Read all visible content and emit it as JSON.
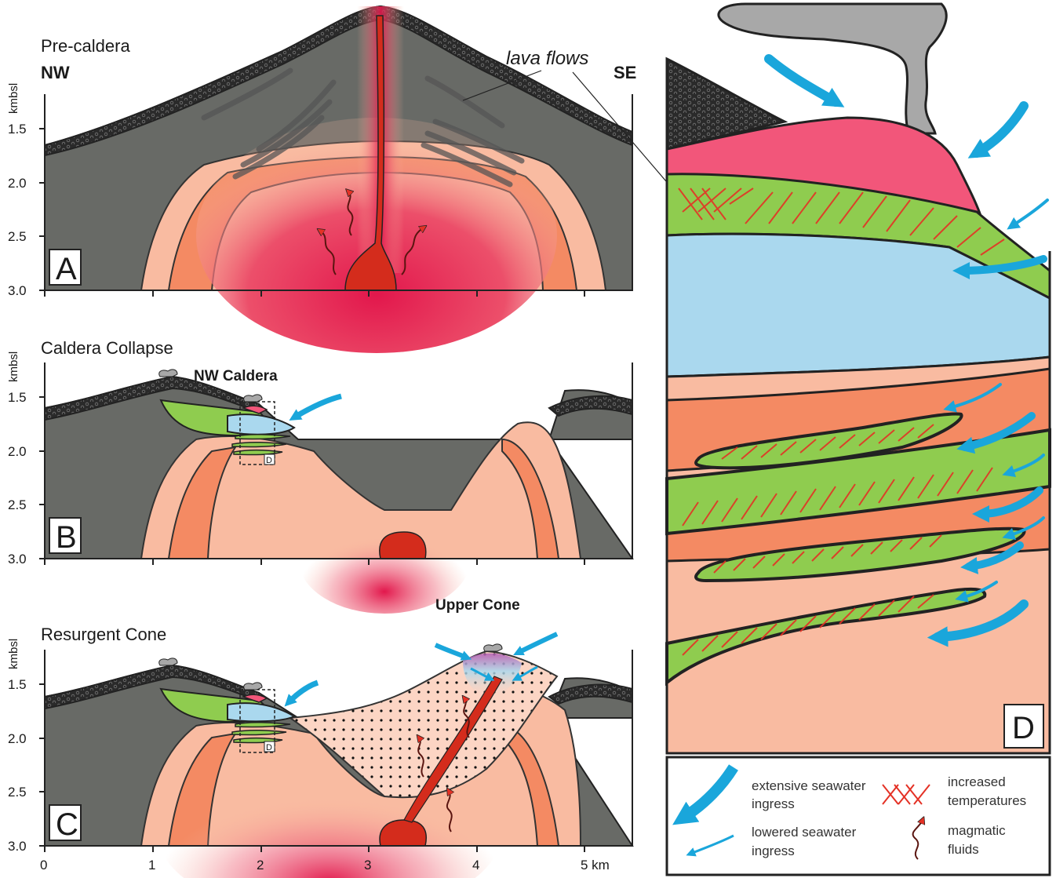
{
  "panels": {
    "a": {
      "title": "Pre-caldera",
      "letter": "A",
      "nw": "NW",
      "se": "SE",
      "lava": "lava flows"
    },
    "b": {
      "title": "Caldera Collapse",
      "letter": "B",
      "caldera": "NW Caldera",
      "box": "D"
    },
    "c": {
      "title": "Resurgent Cone",
      "letter": "C",
      "cone": "Upper Cone",
      "box": "D"
    },
    "d": {
      "letter": "D"
    }
  },
  "axes": {
    "ylabel": "kmbsl",
    "yticks": [
      "1.5",
      "2.0",
      "2.5",
      "3.0"
    ],
    "xticks": [
      "0",
      "1",
      "2",
      "3",
      "4",
      "5 km"
    ]
  },
  "legend": {
    "extensive": [
      "extensive seawater",
      "ingress"
    ],
    "lowered": [
      "lowered seawater",
      "ingress"
    ],
    "temps": [
      "increased",
      "temperatures"
    ],
    "fluids": [
      "magmatic",
      "fluids"
    ]
  },
  "colors": {
    "dark_rock": "#686a66",
    "salmon": "#f9bba1",
    "orange": "#f48a63",
    "magma": "#e2174c",
    "conduit": "#d42c1c",
    "green": "#8fcc4f",
    "blue": "#aad8ee",
    "pink": "#f2567a",
    "arrow": "#1aa6db",
    "hatch": "#e43125",
    "steam": "#a8a8a8"
  }
}
